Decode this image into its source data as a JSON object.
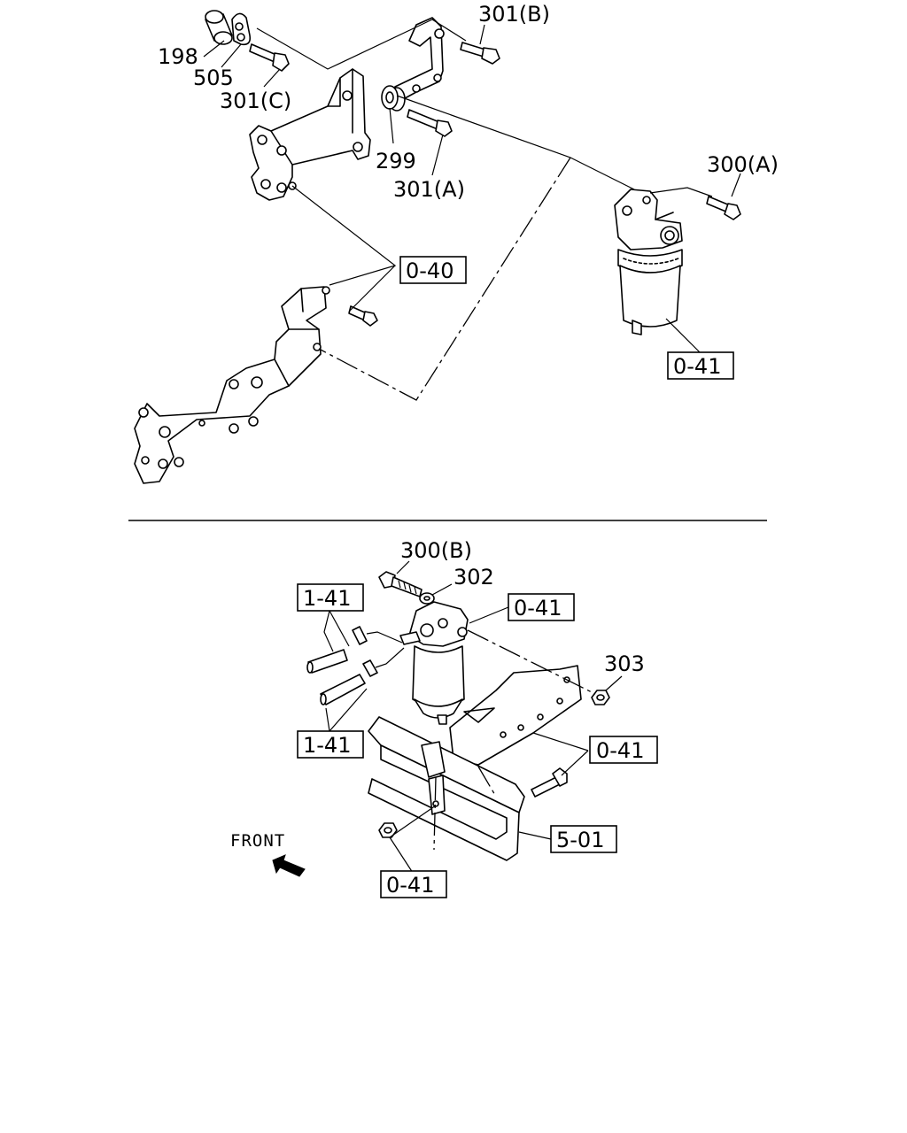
{
  "top_view": {
    "labels": {
      "l198": "198",
      "l505": "505",
      "l301c": "301(C)",
      "l301b": "301(B)",
      "l299": "299",
      "l301a": "301(A)",
      "l300a": "300(A)",
      "ref_040": "0-40",
      "ref_041_filter": "0-41"
    }
  },
  "bottom_view": {
    "labels": {
      "l300b": "300(B)",
      "l302": "302",
      "l303": "303",
      "ref_141_upper": "1-41",
      "ref_141_lower": "1-41",
      "ref_041_top": "0-41",
      "ref_041_right": "0-41",
      "ref_041_bottom": "0-41",
      "ref_501": "5-01",
      "front": "FRONT"
    }
  }
}
